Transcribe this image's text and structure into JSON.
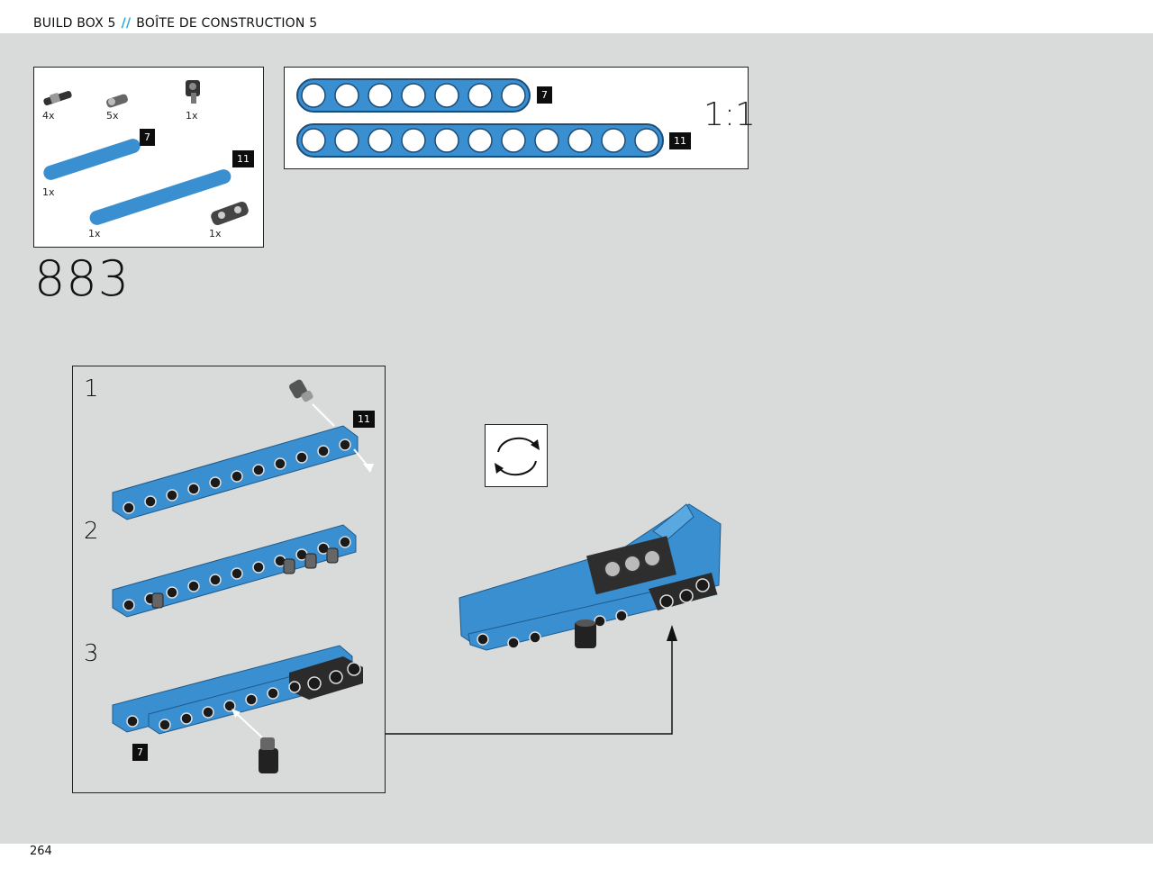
{
  "header": {
    "left": "BUILD BOX 5",
    "separator": "//",
    "right": "BOÎTE DE CONSTRUCTION 5"
  },
  "parts_list": {
    "items": [
      {
        "qty": "4x",
        "icon": "axle-pin-icon"
      },
      {
        "qty": "5x",
        "icon": "friction-pin-icon"
      },
      {
        "qty": "1x",
        "icon": "angle-connector-icon"
      },
      {
        "qty": "1x",
        "icon": "beam-7-icon",
        "length": "7"
      },
      {
        "qty": "1x",
        "icon": "beam-11-icon",
        "length": "11"
      },
      {
        "qty": "1x",
        "icon": "double-connector-icon"
      }
    ]
  },
  "scale_box": {
    "beam_short": "7",
    "beam_long": "11",
    "ratio": "1:1"
  },
  "step": {
    "number": "883",
    "substeps": [
      {
        "label": "1",
        "tag": "11"
      },
      {
        "label": "2"
      },
      {
        "label": "3",
        "tag": "7"
      }
    ]
  },
  "colors": {
    "beam": "#3a8fd1",
    "accent": "#2aa6e0",
    "background": "#d9dbda"
  },
  "footer": {
    "page": "264"
  }
}
